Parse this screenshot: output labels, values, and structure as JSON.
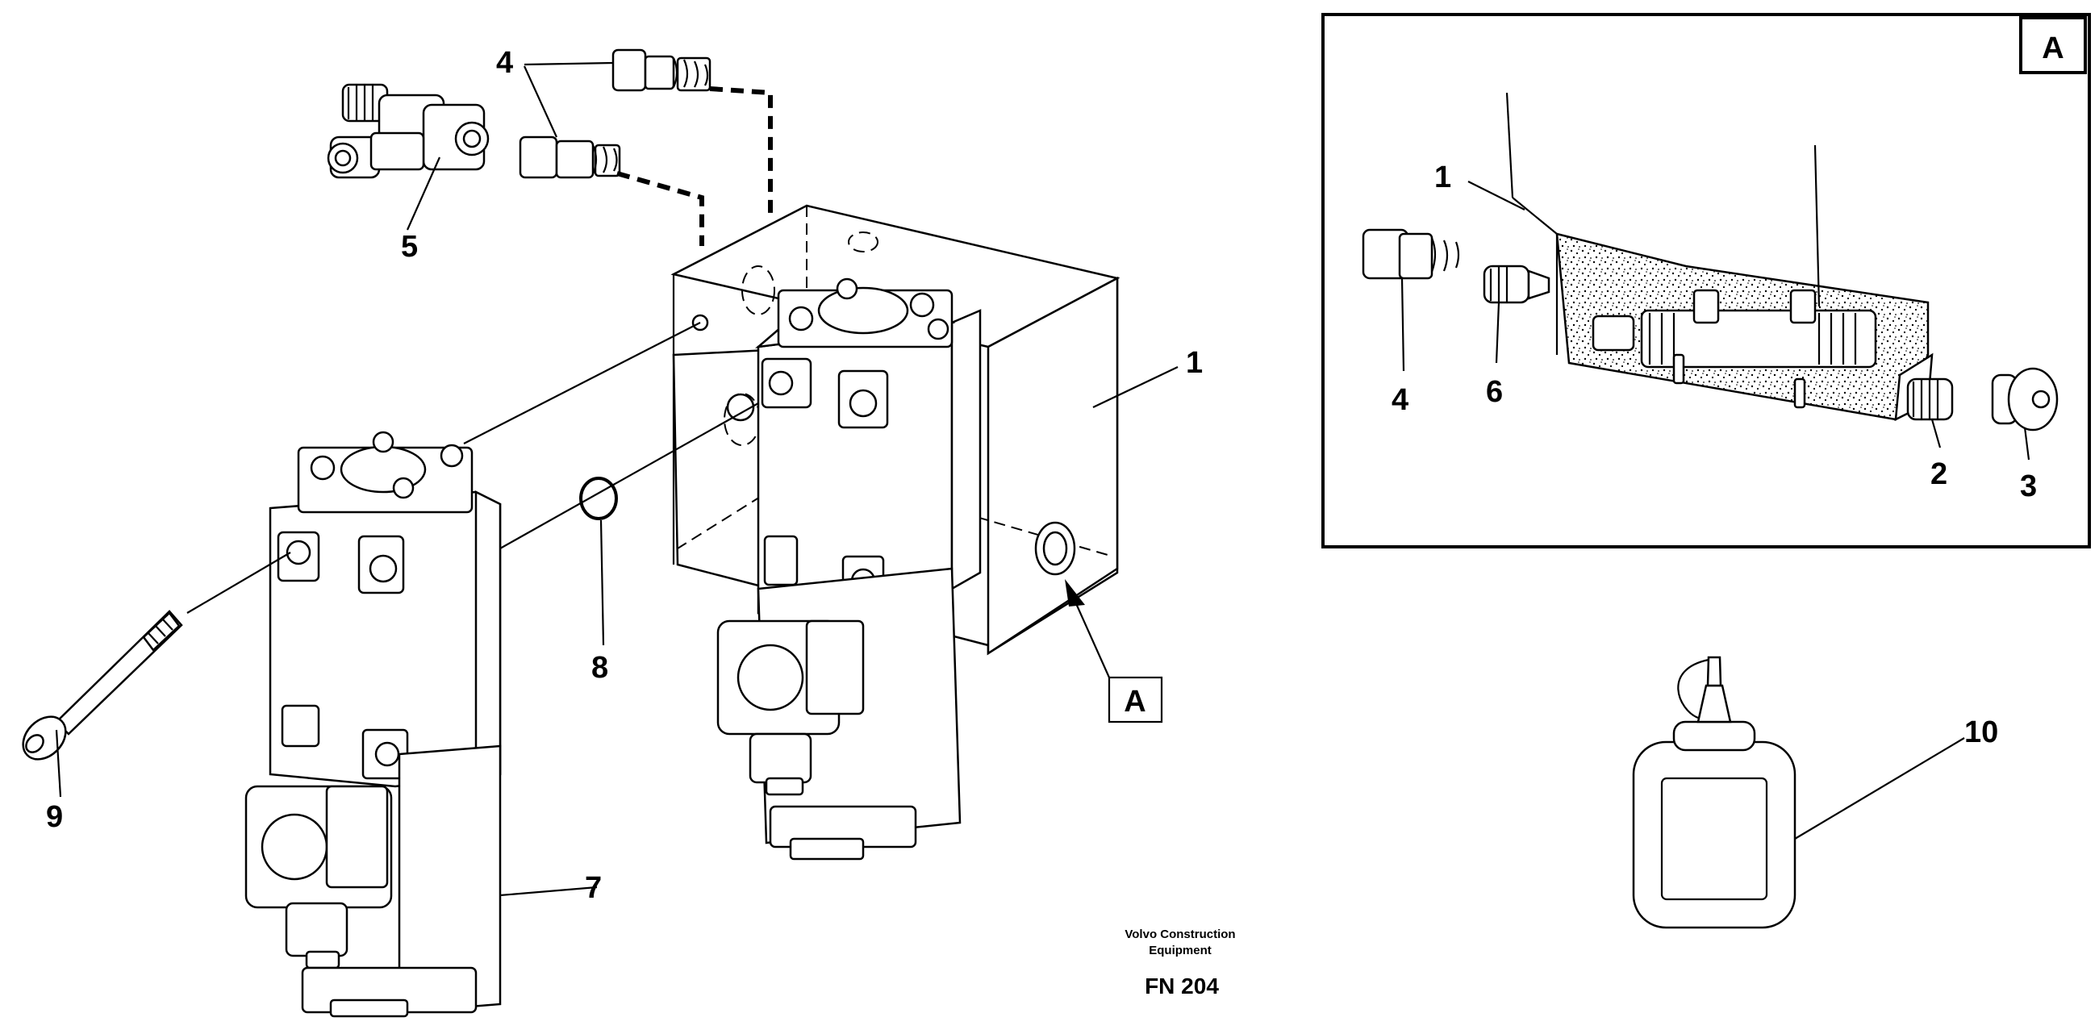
{
  "callouts": {
    "main_1": "1",
    "main_4": "4",
    "main_5": "5",
    "main_7": "7",
    "main_8": "8",
    "main_9": "9",
    "main_10": "10",
    "detail_1": "1",
    "detail_2": "2",
    "detail_3": "3",
    "detail_4": "4",
    "detail_6": "6"
  },
  "detail_tag": "A",
  "view_marker": "A",
  "footer": {
    "brand_line1": "Volvo Construction",
    "brand_line2": "Equipment",
    "code": "FN 204"
  }
}
